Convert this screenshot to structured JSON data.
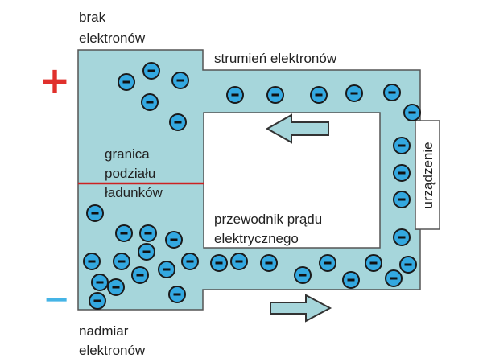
{
  "labels": {
    "brak_line1": "brak",
    "brak_line2": "elektronów",
    "flow": "strumień elektronów",
    "granica_line1": "granica",
    "granica_line2": "podziału",
    "granica_line3": "ładunków",
    "conductor_line1": "przewodnik prądu",
    "conductor_line2": "elektrycznego",
    "nadmiar_line1": "nadmiar",
    "nadmiar_line2": "elektronów",
    "device": "urządzenie"
  },
  "signs": {
    "positive": "+",
    "negative": "−"
  },
  "electron_symbol": "−",
  "colors": {
    "conductor_fill": "#a6d6db",
    "conductor_stroke": "#555555",
    "electron_fill": "#33a8e0",
    "electron_stroke": "#1a1a1a",
    "positive_sign": "#e0302c",
    "negative_sign": "#45b4e6",
    "boundary_line": "#cc2222",
    "arrow_fill": "#a6d6db",
    "arrow_stroke": "#333333"
  }
}
